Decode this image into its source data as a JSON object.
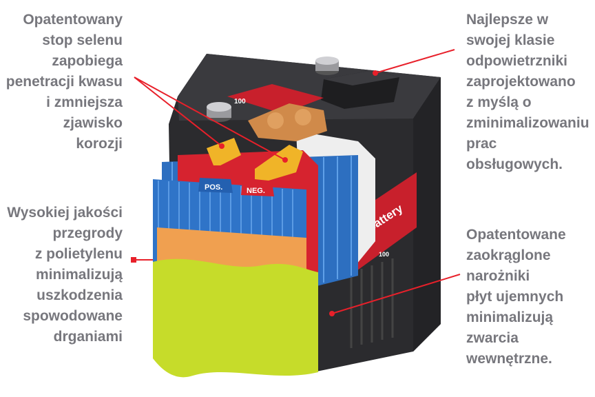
{
  "callouts": {
    "selenium_alloy": [
      "Opatentowany",
      "stop selenu",
      "zapobiega",
      "penetracji kwasu",
      "i zmniejsza",
      "zjawisko",
      "korozji"
    ],
    "separators": [
      "Wysokiej jakości",
      "przegrody",
      "z polietylenu",
      "minimalizują",
      "uszkodzenia",
      "spowodowane",
      "drganiami"
    ],
    "vents": [
      "Najlepsze w",
      "swojej klasie",
      "odpowietrzniki",
      "zaprojektowano",
      "z myślą o",
      "zminimalizowaniu",
      "prac",
      "obsługowych."
    ],
    "rounded_corners": [
      "Opatentowane",
      "zaokrąglone",
      "narożniki",
      "płyt ujemnych",
      "minimalizują",
      "zwarcia",
      "wewnętrzne."
    ]
  },
  "battery": {
    "pos_label": "POS.",
    "neg_label": "NEG.",
    "side_label": "a Battery",
    "top_badge": "100",
    "side_badge": "100"
  },
  "colors": {
    "text": "#77777d",
    "leader": "#e8202a",
    "case": "#2b2b2e",
    "plate_blue": "#2d6fc0",
    "plate_red": "#d6232f",
    "separator_orange": "#f0a050",
    "separator_green": "#c6dc2a"
  }
}
